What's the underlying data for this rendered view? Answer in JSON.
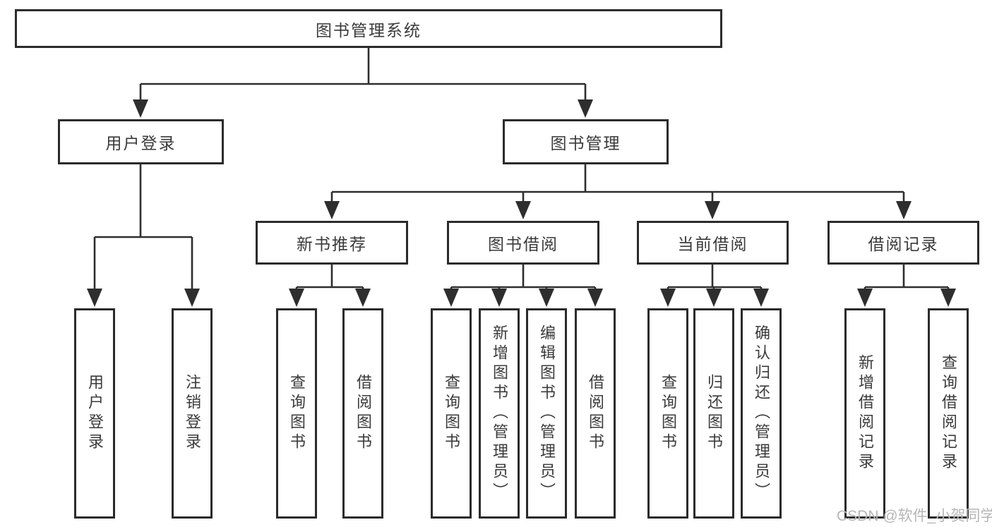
{
  "tree": {
    "label": "图书管理系统",
    "children": [
      {
        "label": "用户登录",
        "children": [
          {
            "label": "用户登录"
          },
          {
            "label": "注销登录"
          }
        ]
      },
      {
        "label": "图书管理",
        "children": [
          {
            "label": "新书推荐",
            "children": [
              {
                "label": "查询图书"
              },
              {
                "label": "借阅图书"
              }
            ]
          },
          {
            "label": "图书借阅",
            "children": [
              {
                "label": "查询图书"
              },
              {
                "label": "新增图书（管理员）"
              },
              {
                "label": "编辑图书（管理员）"
              },
              {
                "label": "借阅图书"
              }
            ]
          },
          {
            "label": "当前借阅",
            "children": [
              {
                "label": "查询图书"
              },
              {
                "label": "归还图书"
              },
              {
                "label": "确认归还（管理员）"
              }
            ]
          },
          {
            "label": "借阅记录",
            "children": [
              {
                "label": "新增借阅记录"
              },
              {
                "label": "查询借阅记录"
              }
            ]
          }
        ]
      }
    ]
  },
  "watermark": "CSDN @软件_小贺同学",
  "colors": {
    "line": "#2e2e2e",
    "box_border": "#2b2b2b",
    "text": "#3a3a3a",
    "watermark": "#b6b6b6",
    "background": "#ffffff"
  }
}
